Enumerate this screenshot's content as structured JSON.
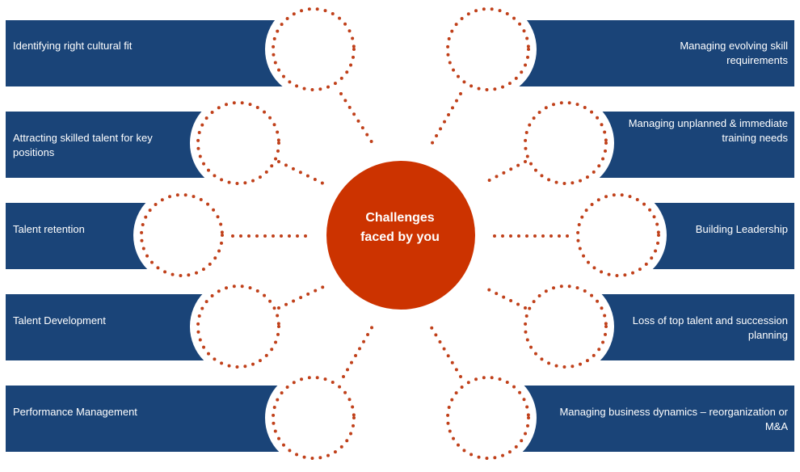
{
  "colors": {
    "bar": "#1a4478",
    "accent": "#cc3300",
    "dots": "#c0401a"
  },
  "center": {
    "line1": "Challenges",
    "line2": "faced by you"
  },
  "left_items": [
    {
      "label": "Identifying right cultural fit"
    },
    {
      "label": "Attracting skilled talent for key positions"
    },
    {
      "label": "Talent retention"
    },
    {
      "label": "Talent Development"
    },
    {
      "label": "Performance Management"
    }
  ],
  "right_items": [
    {
      "label": "Managing evolving skill requirements"
    },
    {
      "label": "Managing unplanned & immediate training needs"
    },
    {
      "label": "Building Leadership"
    },
    {
      "label": "Loss of top talent and succession planning"
    },
    {
      "label": "Managing business dynamics – reorganization or M&A"
    }
  ]
}
